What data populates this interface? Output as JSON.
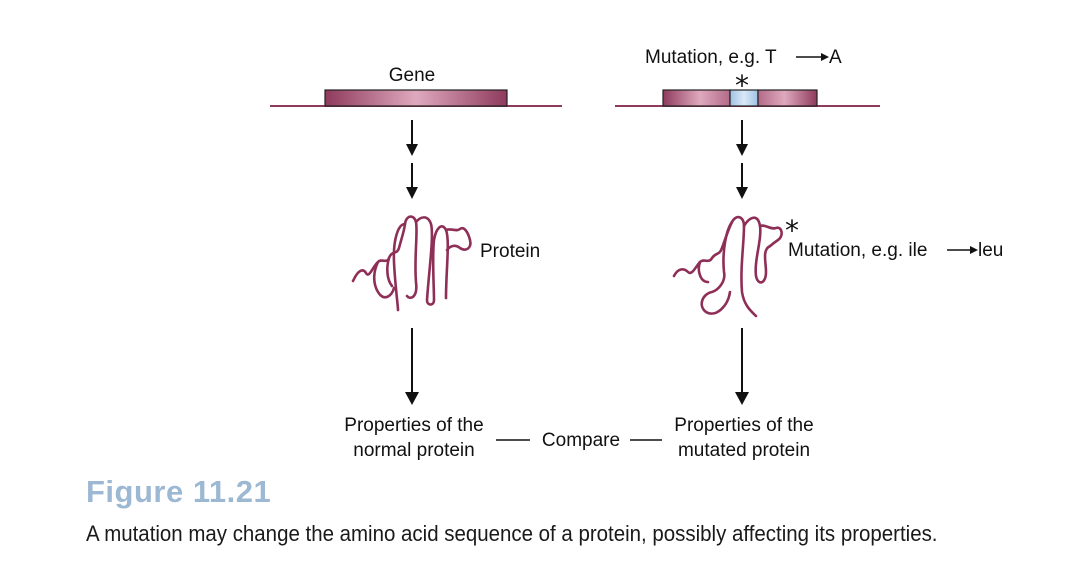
{
  "labels": {
    "gene": "Gene",
    "mutation_dna": "Mutation, e.g. T",
    "mutation_dna_to": "A",
    "protein": "Protein",
    "mutation_protein": "Mutation, e.g. ile",
    "mutation_protein_to": "leu",
    "star": "*",
    "normal_line1": "Properties of the",
    "normal_line2": "normal protein",
    "compare": "Compare",
    "mutated_line1": "Properties of the",
    "mutated_line2": "mutated protein"
  },
  "figure": {
    "number": "Figure 11.21",
    "caption": "A mutation may change the amino acid sequence of a protein, possibly affecting its properties."
  },
  "colors": {
    "gene_dark": "#8e3a5c",
    "gene_light": "#dfa9bd",
    "mutation_site": "#b7d3ee",
    "protein_strand": "#8e2f57",
    "dna_line": "#8e3a5c",
    "figure_title": "#9db8d3"
  }
}
